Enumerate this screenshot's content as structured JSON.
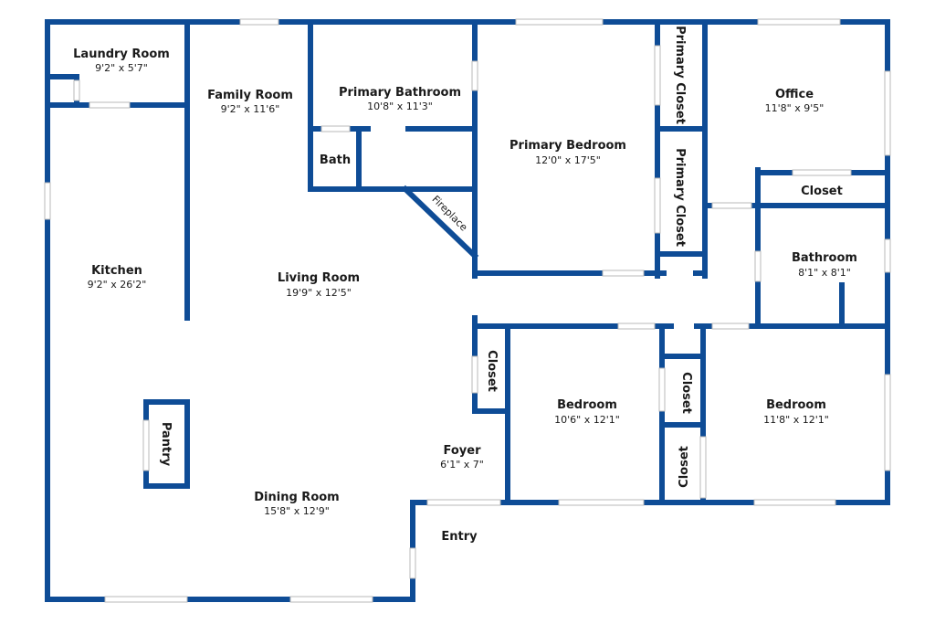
{
  "colors": {
    "wall": "#0e4c96",
    "background": "#ffffff"
  },
  "rooms": {
    "laundry": {
      "name": "Laundry Room",
      "dim": "9'2\" x 5'7\""
    },
    "family": {
      "name": "Family Room",
      "dim": "9'2\" x 11'6\""
    },
    "primary_bath": {
      "name": "Primary Bathroom",
      "dim": "10'8\" x 11'3\""
    },
    "bath": {
      "name": "Bath"
    },
    "fireplace": {
      "name": "Fireplace"
    },
    "primary_bed": {
      "name": "Primary Bedroom",
      "dim": "12'0\" x 17'5\""
    },
    "primary_closet_1": {
      "name": "Primary Closet"
    },
    "primary_closet_2": {
      "name": "Primary Closet"
    },
    "office": {
      "name": "Office",
      "dim": "11'8\" x 9'5\""
    },
    "office_closet": {
      "name": "Closet"
    },
    "bathroom": {
      "name": "Bathroom",
      "dim": "8'1\" x 8'1\""
    },
    "kitchen": {
      "name": "Kitchen",
      "dim": "9'2\" x 26'2\""
    },
    "living": {
      "name": "Living Room",
      "dim": "19'9\" x 12'5\""
    },
    "pantry": {
      "name": "Pantry"
    },
    "foyer_closet": {
      "name": "Closet"
    },
    "bedroom_1": {
      "name": "Bedroom",
      "dim": "10'6\" x 12'1\""
    },
    "closet_a": {
      "name": "Closet"
    },
    "closet_b": {
      "name": "Closet"
    },
    "bedroom_2": {
      "name": "Bedroom",
      "dim": "11'8\" x 12'1\""
    },
    "foyer": {
      "name": "Foyer",
      "dim": "6'1\" x 7\""
    },
    "dining": {
      "name": "Dining Room",
      "dim": "15'8\" x 12'9\""
    },
    "entry": {
      "name": "Entry"
    }
  }
}
